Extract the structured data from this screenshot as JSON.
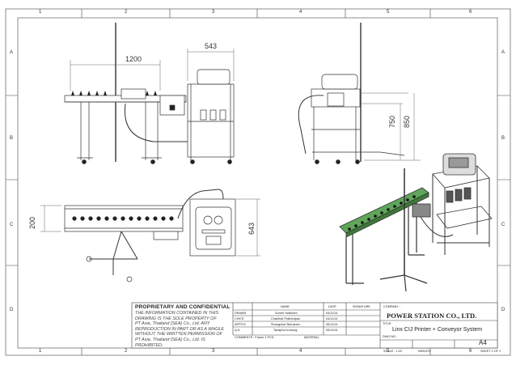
{
  "zones": {
    "cols": [
      "1",
      "2",
      "3",
      "4",
      "5",
      "6"
    ],
    "rows": [
      "A",
      "B",
      "C",
      "D"
    ]
  },
  "dimensions": {
    "conveyor_length": "1200",
    "printer_width": "543",
    "height_750": "750",
    "height_850": "850",
    "conveyor_width": "200",
    "printer_depth": "643"
  },
  "title_block": {
    "prop_heading": "PROPRIETARY AND CONFIDENTIAL",
    "prop_lines": [
      "THE INFORMATION CONTAINED IN THIS",
      "DRAWING IS THE SOLE PROPERTY OF",
      "PT Asia, Thailand (SEA) Co., Ltd. ANY",
      "REPRODUCTION IN PART OR AS A WHOLE",
      "WITHOUT THE WRITTEN PERMISSION OF",
      "PT Asia, Thailand (SEA) Co., Ltd. IS",
      "PROHIBITED."
    ],
    "hdr_name": "NAME",
    "hdr_date": "DATE",
    "hdr_signature": "SIGNATURE",
    "rows": [
      {
        "role": "DRAWN",
        "name": "Sumet Yodkham",
        "date": "04/11/14"
      },
      {
        "role": "CHK'D",
        "name": "Chakrhat Prathedpan",
        "date": "04/11/14"
      },
      {
        "role": "APPV'D",
        "name": "Shangchai Sitchanen",
        "date": "05/11/14"
      },
      {
        "role": "Q.A",
        "name": "Tanaphol Irunung",
        "date": "05/11/14"
      }
    ],
    "comments": "COMMENTS : Frame 1 PCS.",
    "material": "MATERIAL",
    "company_label": "COMPANY :",
    "company": "POWER STATION CO., LTD.",
    "title_label": "TITLE:",
    "title": "Linx CIJ Printer + Conveyor System",
    "dwg_label": "DWG NO.",
    "size": "A4",
    "scale": "SCALE : 1:20",
    "weight": "WEIGHT:",
    "sheet": "SHEET 1 OF 1"
  }
}
